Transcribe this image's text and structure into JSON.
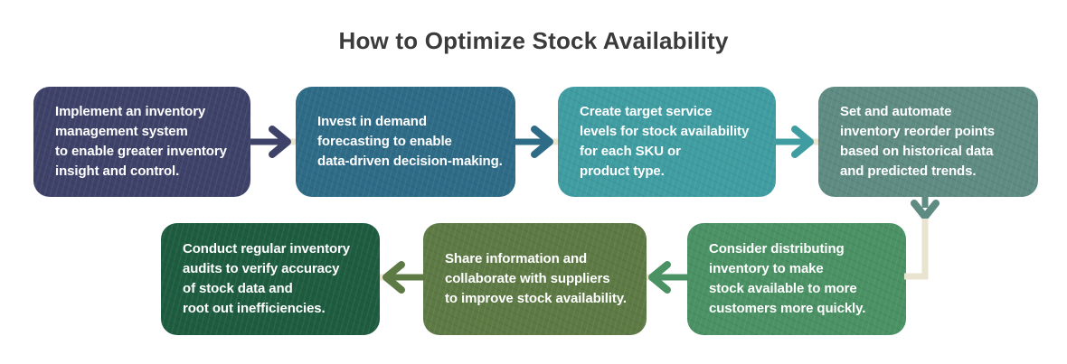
{
  "title": "How to Optimize Stock Availability",
  "colors": {
    "background": "#ffffff",
    "title": "#3b3b3b",
    "step_text": "#ffffff"
  },
  "connector": {
    "color": "#e9e4d0"
  },
  "steps": [
    {
      "text": "Implement an inventory\nmanagement system\nto enable greater inventory\ninsight and control.",
      "color": "#3e4269"
    },
    {
      "text": "Invest in demand\nforecasting to enable\ndata-driven decision-making.",
      "color": "#2e6b87"
    },
    {
      "text": "Create target service\nlevels for stock availability\nfor each SKU or\nproduct type.",
      "color": "#3f9da2"
    },
    {
      "text": "Set and automate\ninventory reorder points\nbased on historical data\nand predicted trends.",
      "color": "#5e8b82"
    },
    {
      "text": "Consider distributing\ninventory to make\nstock available to more\ncustomers more quickly.",
      "color": "#4a9164"
    },
    {
      "text": "Share information and\ncollaborate with suppliers\nto improve stock availability.",
      "color": "#5d7a45"
    },
    {
      "text": "Conduct regular inventory\naudits to verify accuracy\nof stock data and\nroot out inefficiencies.",
      "color": "#1e5c40"
    }
  ]
}
